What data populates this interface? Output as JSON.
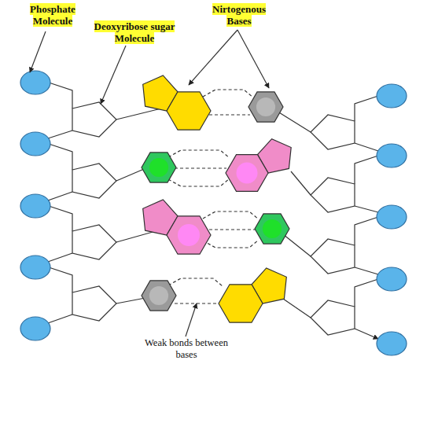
{
  "diagram": {
    "labels": [
      "Phosphate Molecule",
      "Deoxyribose sugar Molecule",
      "Nirtogenous Bases",
      "Weak bonds between bases"
    ]
  }
}
